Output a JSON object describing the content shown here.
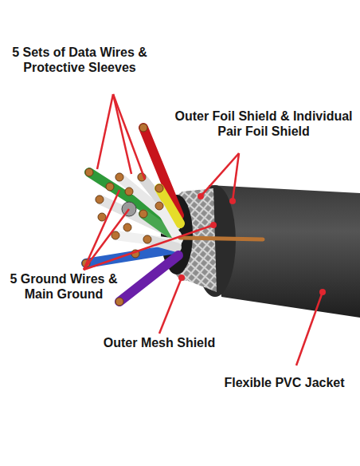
{
  "diagram": {
    "labels": [
      "5 Sets of Data Wires & Protective Sleeves",
      "Outer Foil Shield & Individual Pair Foil Shield",
      "5 Ground Wires & Main Ground",
      "Outer Mesh Shield",
      "Flexible PVC Jacket"
    ]
  }
}
